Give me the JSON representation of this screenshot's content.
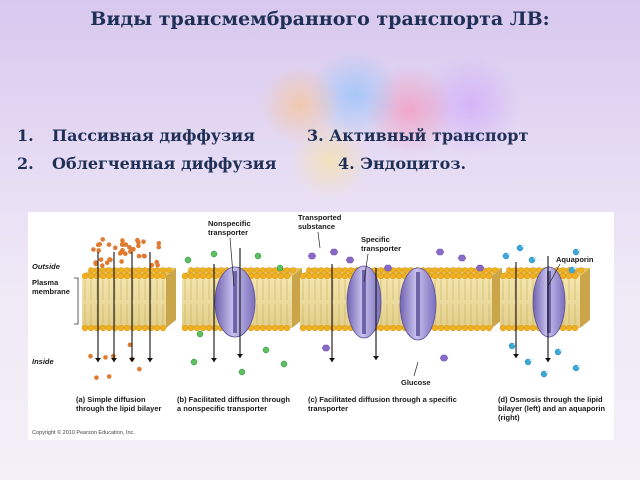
{
  "slide": {
    "title": "Виды трансмембранного транспорта ЛВ:",
    "list": [
      {
        "num": "1.",
        "left": "Пассивная диффузия",
        "right": "3. Активный транспорт"
      },
      {
        "num": "2.",
        "left": "Облегченная диффузия",
        "right": "4. Эндоцитоз."
      }
    ]
  },
  "figure": {
    "side_labels": {
      "outside": "Outside",
      "membrane_1": "Plasma",
      "membrane_2": "membrane",
      "inside": "Inside"
    },
    "callouts": {
      "nonspecific_1": "Nonspecific",
      "nonspecific_2": "transporter",
      "transported_1": "Transported",
      "transported_2": "substance",
      "specific_1": "Specific",
      "specific_2": "transporter",
      "glucose": "Glucose",
      "aquaporin": "Aquaporin"
    },
    "captions": {
      "a_1": "(a) Simple diffusion",
      "a_2": "through the lipid bilayer",
      "b_1": "(b) Facilitated diffusion through",
      "b_2": "a nonspecific transporter",
      "c_1": "(c) Facilitated diffusion through a specific",
      "c_2": "transporter",
      "d_1": "(d) Osmosis through the lipid",
      "d_2": "bilayer (left) and an aquaporin",
      "d_3": "(right)"
    },
    "copyright": "Copyright © 2010 Pearson Education, Inc.",
    "colors": {
      "lipid_head": "#f0b020",
      "lipid_tail": "#d9c47a",
      "protein": "#9a8fd0",
      "green_molecule": "#5cc060",
      "orange_molecule": "#e07a30",
      "purple_molecule": "#8a6ac8",
      "water": "#3aa8d8"
    }
  }
}
